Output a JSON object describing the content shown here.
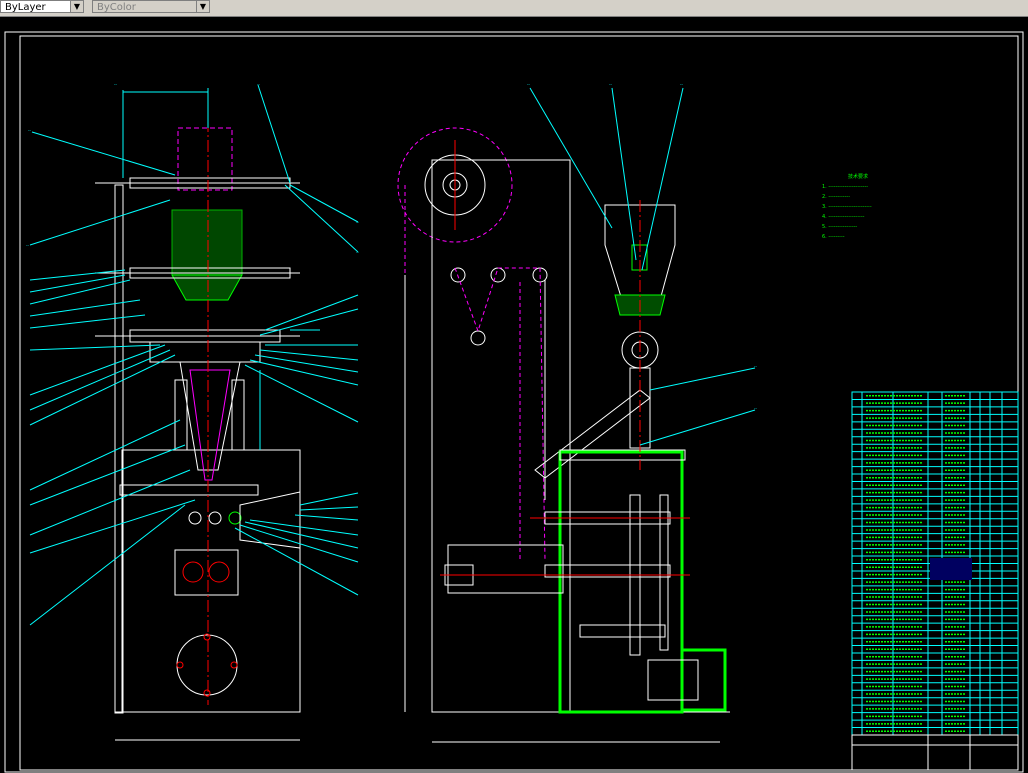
{
  "toolbar": {
    "layer_value": "ByLayer",
    "color_value": "ByColor"
  },
  "drawing": {
    "colors": {
      "background": "#000000",
      "frame": "#ffffff",
      "leader": "#00ffff",
      "centerline": "#ff0000",
      "part": "#00ff00",
      "hidden": "#ff00ff"
    },
    "balloon_label": "--",
    "notes_title": "技术要求",
    "notes": [
      "1.",
      "2.",
      "3.",
      "4.",
      "5.",
      "6."
    ],
    "bom_rows": 46
  }
}
